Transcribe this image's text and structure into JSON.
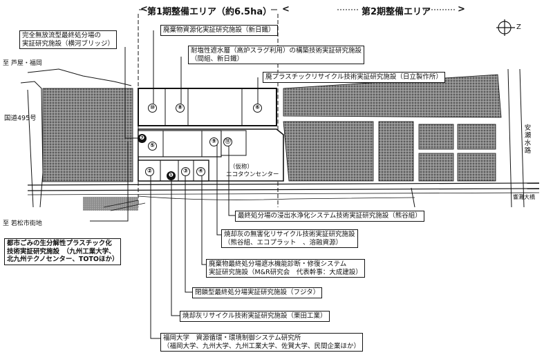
{
  "header": {
    "phase1": "第1期整備エリア（約6.5ha）",
    "phase2": "第2期整備エリア",
    "arrow_left": "<",
    "arrow_right": ">"
  },
  "compass": {
    "label": "Z"
  },
  "map_labels": {
    "ashiya": "至 芦屋・福岡",
    "route495": "国道495号",
    "wakamatsu": "至 若松市街地",
    "eco_center_line1": "（仮称）",
    "eco_center_line2": "エコタウンセンター",
    "anse_canal": "安瀬水路",
    "hibikinada": "響灘大橋"
  },
  "plots": [
    {
      "id": "p10",
      "label": "⑩",
      "style": "open"
    },
    {
      "id": "p8",
      "label": "⑧",
      "style": "open"
    },
    {
      "id": "p6",
      "label": "⑥",
      "style": "open"
    },
    {
      "id": "p7",
      "label": "❼",
      "style": "filled"
    },
    {
      "id": "p5",
      "label": "⑤",
      "style": "open"
    },
    {
      "id": "p9",
      "label": "⑨",
      "style": "open"
    },
    {
      "id": "p11",
      "label": "⑪",
      "style": "open"
    },
    {
      "id": "p2",
      "label": "②",
      "style": "open"
    },
    {
      "id": "p1",
      "label": "❶",
      "style": "filled"
    },
    {
      "id": "p3",
      "label": "③",
      "style": "open"
    },
    {
      "id": "p4",
      "label": "④",
      "style": "open"
    }
  ],
  "callouts": {
    "c_full_closed": [
      "完全無放流型最終処分場の",
      "実証研究施設（横河ブリッジ）"
    ],
    "c_waste_resource": [
      "廃棄物資源化実証研究施設（新日鐵）"
    ],
    "c_salt_barrier": [
      "耐塩性遮水層（高炉スラグ利用）の構築技術実証研究施設",
      "（間組、新日鐵）"
    ],
    "c_plastic_recycle": [
      "廃プラスチックリサイクル技術実証研究施設（日立製作所）"
    ],
    "c_biodeg_plastic": [
      "都市ごみの生分解性プラスチック化",
      "技術実証研究施設　（九州工業大学、",
      "北九州テクノセンター、TOTOほか）"
    ],
    "c_leachate": [
      "最終処分場の浸出水浄化システム技術実証研究施設（熊谷組）"
    ],
    "c_ash_detox": [
      "焼却灰の無害化リサイクル技術実証研究施設",
      "（熊谷組、エコプラット　、溶融資源）"
    ],
    "c_barrier_diag": [
      "廃棄物最終処分場遮水機能診断・修復システム",
      "実証研究施設（M&R研究会　代表幹事：大成建設）"
    ],
    "c_closed_landfill": [
      "閉鎖型最終処分場実証研究施設（フジタ）"
    ],
    "c_ash_recycle": [
      "焼却灰リサイクル技術実証研究施設（栗田工業）"
    ],
    "c_fukuoka_univ": [
      "福岡大学　資源循環・環境制御システム研究所",
      "（福岡大学、九州大学、九州工業大学、佐賀大学、民間企業ほか）"
    ]
  }
}
